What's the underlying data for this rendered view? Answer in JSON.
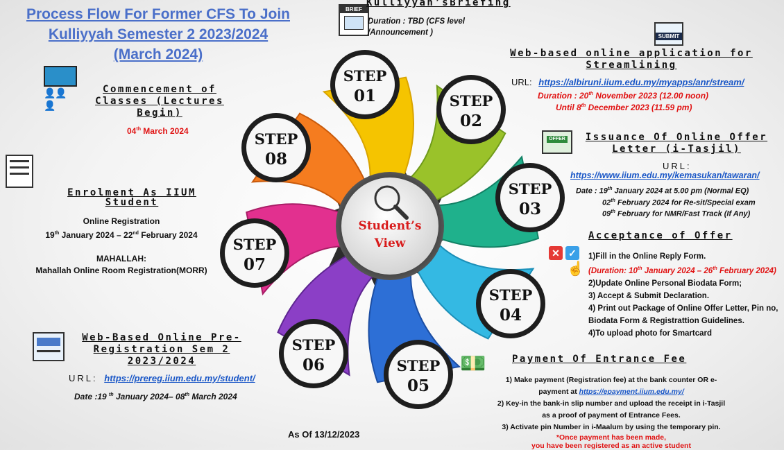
{
  "title_lines": [
    "Process Flow For Former CFS To Join",
    "Kulliyyah Semester 2 2023/2024",
    "(March 2024)"
  ],
  "center_label": [
    "Student’s",
    "View"
  ],
  "as_of": "As Of 13/12/2023",
  "colors": {
    "title": "#4a6fc9",
    "red": "#e01212",
    "link": "#1a57c7"
  },
  "steps": [
    {
      "word": "STEP",
      "num": "01"
    },
    {
      "word": "STEP",
      "num": "02"
    },
    {
      "word": "STEP",
      "num": "03"
    },
    {
      "word": "STEP",
      "num": "04"
    },
    {
      "word": "STEP",
      "num": "05"
    },
    {
      "word": "STEP",
      "num": "06"
    },
    {
      "word": "STEP",
      "num": "07"
    },
    {
      "word": "STEP",
      "num": "08"
    }
  ],
  "briefing": {
    "title": "Kulliyyah’sBriefing",
    "icon_text": "BRIEF",
    "duration": [
      "Duration : TBD (CFS level",
      "/Announcement )"
    ]
  },
  "streamlining": {
    "icon_text": "SUBMIT",
    "title_lines": [
      "Web-based online application for",
      "Streamlining"
    ],
    "url_label": "URL:",
    "url": "https://albiruni.iium.edu.my/myapps/anr/stream/",
    "duration_prefix": "Duration : 20",
    "duration_sup": "th",
    "duration_rest": " November 2023 (12.00 noon)",
    "until_prefix": "Until 8",
    "until_sup": "th",
    "until_rest": " December 2023 (11.59 pm)"
  },
  "offer_letter": {
    "icon_text": "OFFER",
    "title_lines": [
      "Issuance Of Online Offer",
      "Letter (i-Tasjil)"
    ],
    "url_label": "URL:",
    "url": "https://www.iium.edu.my/kemasukan/tawaran/",
    "dates": [
      {
        "prefix": "Date : 19",
        "sup": "th",
        "rest": " January 2024 at 5.00 pm (Normal EQ)"
      },
      {
        "prefix": "02",
        "sup": "th",
        "rest": " February 2024 for Re-sit/Special exam"
      },
      {
        "prefix": "09",
        "sup": "th",
        "rest": " February for NMR/Fast Track (If Any)"
      }
    ]
  },
  "acceptance": {
    "title": "Acceptance of Offer",
    "items": [
      "1)Fill in the Online Reply Form.",
      "2)Update Online Personal Biodata Form;",
      "3) Accept & Submit Declaration.",
      "4) Print out Package of Online Offer Letter, Pin no,",
      "Biodata Form & Registrattion Guidelines.",
      "4)To upload photo for Smartcard"
    ],
    "duration": {
      "p1": "(Duration: 10",
      "s1": "th",
      "p2": " January 2024 – 26",
      "s2": "th",
      "p3": " February 2024)"
    }
  },
  "payment": {
    "title": "Payment Of Entrance Fee",
    "items": [
      "1) Make payment (Registration fee) at the bank counter OR e-",
      "payment at ",
      "2) Key-in the bank-in slip number and upload the receipt in i-Tasjil",
      "as a proof of payment of Entrance Fees.",
      "3) Activate pin Number in i-Maalum by using the temporary pin."
    ],
    "url": "https://epayment.iium.edu.my/",
    "note": [
      "*Once payment has been made,",
      "you have been registered as an active student"
    ]
  },
  "prereg": {
    "title_lines": [
      "Web-Based Online Pre-",
      "Registration Sem 2",
      "2023/2024"
    ],
    "url_label": "URL:",
    "url": "https://prereg.iium.edu.my/student/",
    "date": {
      "p1": "Date :19 ",
      "s1": "th",
      "p2": " January 2024– 08",
      "s2": "th",
      "p3": " March 2024"
    }
  },
  "enrolment": {
    "title_lines": [
      "Enrolment As IIUM",
      "Student"
    ],
    "online": "Online Registration",
    "date": {
      "p1": "19",
      "s1": "th",
      "p2": " January 2024 – 22",
      "s2": "nd",
      "p3": " February 2024"
    },
    "mahallah": "MAHALLAH:",
    "morr": "Mahallah Online Room Registration(MORR)"
  },
  "commencement": {
    "title_lines": [
      "Commencement of",
      "Classes (Lectures",
      "Begin)"
    ],
    "date": {
      "p1": "04",
      "s1": "th",
      "p2": " March 2024"
    }
  }
}
